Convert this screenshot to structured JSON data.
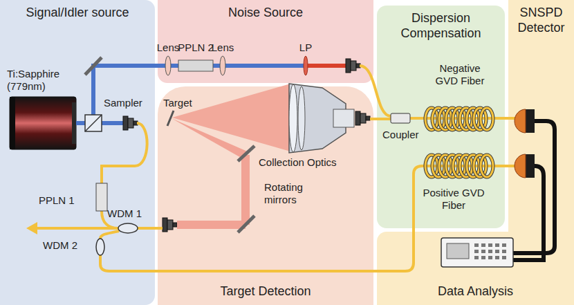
{
  "diagram": {
    "nodes": [
      {
        "text": [
          "Signal/Idler source"
        ]
      },
      {
        "text": [
          "Noise Source"
        ]
      },
      {
        "text": [
          "Target Detection"
        ]
      },
      {
        "text": [
          "Dispersion Compensation"
        ]
      },
      {
        "text": [
          "SNSPD Detector"
        ]
      },
      {
        "text": [
          "Data Analysis"
        ]
      }
    ],
    "labels": [
      "Ti:Sapphire (779nm)",
      "Sampler",
      "PPLN 1",
      "WDM 1",
      "WDM 2",
      "Lens",
      "PPLN 2",
      "Lens",
      "LP",
      "Target",
      "Collection Optics",
      "Rotating mirrors",
      "Negative GVD Fiber",
      "Coupler",
      "Positive GVD Fiber"
    ]
  }
}
